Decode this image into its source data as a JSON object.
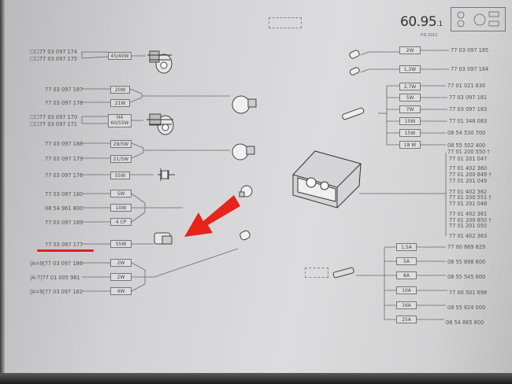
{
  "header": {
    "page_number": "60.95",
    "page_suffix": ".1",
    "page_ref": "P.R.1012"
  },
  "left_parts": [
    {
      "ref": "77 03 097 174",
      "prefix": "☐☐"
    },
    {
      "ref": "77 03 097 175",
      "prefix": "☐☐"
    },
    {
      "ref": "77 03 097 187",
      "prefix": ""
    },
    {
      "ref": "77 03 097 178",
      "prefix": ""
    },
    {
      "ref": "77 03 097 170",
      "prefix": "☐☐"
    },
    {
      "ref": "77 03 097 171",
      "prefix": "☐☐"
    },
    {
      "ref": "77 03 097 188",
      "prefix": ""
    },
    {
      "ref": "77 03 097 179",
      "prefix": ""
    },
    {
      "ref": "77 03 097 176",
      "prefix": ""
    },
    {
      "ref": "77 03 097 180",
      "prefix": ""
    },
    {
      "ref": "08 54 961 800",
      "prefix": ""
    },
    {
      "ref": "77 03 097 189",
      "prefix": ""
    },
    {
      "ref": "77 03 097 177",
      "prefix": ""
    },
    {
      "ref": "77 03 097 186",
      "prefix": "|A=9|"
    },
    {
      "ref": "77 01 005 981",
      "prefix": "|A-7|"
    },
    {
      "ref": "77 03 097 182",
      "prefix": "|A=9|"
    }
  ],
  "left_wattages": [
    "45/40W",
    "20W",
    "21W",
    "H4 60/55W",
    "29/5W",
    "21/5W",
    "55W",
    "5W",
    "10W",
    "4 CP",
    "55W",
    "2W",
    "2W",
    "4W"
  ],
  "right_bulbs": [
    {
      "watt": "2W",
      "ref": "77 03 097 185"
    },
    {
      "watt": "1,2W",
      "ref": "77 03 097 184"
    },
    {
      "watt": "",
      "ref": "77 01 021 830"
    },
    {
      "watt": "2,7W",
      "ref": ""
    },
    {
      "watt": "5W",
      "ref": "77 03 097 181"
    },
    {
      "watt": "7W",
      "ref": "77 03 097 183"
    },
    {
      "watt": "10W",
      "ref": "77 01 348 083"
    },
    {
      "watt": "15W",
      "ref": "08 54 530 700"
    },
    {
      "watt": "18 W",
      "ref": "08 55 502 400"
    }
  ],
  "kit_refs": [
    "77 01 200 550 †",
    "77 01 201 047",
    "77 01 402 360",
    "77 01 200 849 †",
    "77 01 201 049",
    "77 01 402 362",
    "77 01 200 551 †",
    "77 01 201 048",
    "77 01 402 361",
    "77 01 200 850 †",
    "77 01 201 050",
    "77 01 402 363"
  ],
  "fuses": [
    {
      "amp": "1,5A",
      "ref": "77 00 669 829"
    },
    {
      "amp": "5A",
      "ref": "08 55 898 600"
    },
    {
      "amp": "8A",
      "ref": "08 55 545 600"
    },
    {
      "amp": "10A",
      "ref": "77 00 501 698"
    },
    {
      "amp": "16A",
      "ref": "08 55 824 000"
    },
    {
      "amp": "25A",
      "ref": "08 54 865 800"
    }
  ],
  "colors": {
    "arrow": "#e8231b",
    "underline": "#e0201a",
    "ink": "#555555"
  }
}
